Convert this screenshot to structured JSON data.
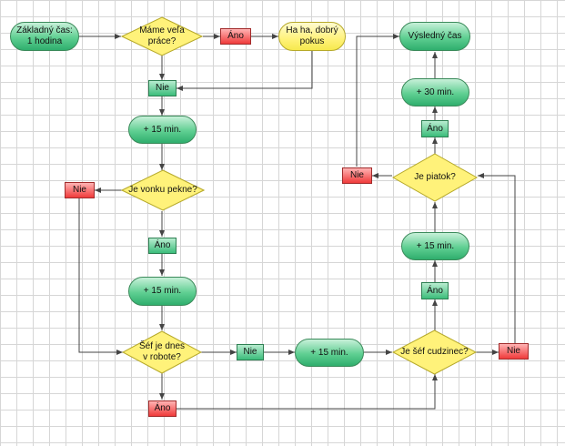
{
  "nodes": {
    "start": "Základný čas: 1 hodina",
    "q_busy": "Máme veľa práce?",
    "busy_yes": "Áno",
    "haha": "Ha ha, dobrý pokus",
    "busy_no": "Nie",
    "plus15_a": "+ 15 min.",
    "q_weather": "Je vonku pekne?",
    "weather_no": "Nie",
    "weather_yes": "Áno",
    "plus15_b": "+ 15 min.",
    "q_robot": "Šéf je dnes v robote?",
    "robot_no": "Nie",
    "robot_yes": "Áno",
    "plus15_c": "+ 15 min.",
    "q_foreign": "Je šéf cudzinec?",
    "foreign_no": "Nie",
    "foreign_yes": "Áno",
    "plus15_d": "+ 15 min.",
    "q_friday": "Je piatok?",
    "friday_no": "Nie",
    "friday_yes": "Áno",
    "plus30": "+ 30 min.",
    "result": "Výsledný čas"
  },
  "colors": {
    "terminal_green": "#5fcf92",
    "terminal_yellow": "#fff27a",
    "decision_yellow": "#fff27a",
    "yes_no_green": "#3bbd7b",
    "yes_no_red": "#f03a3a",
    "connector": "#444444",
    "grid": "#d6d6d6"
  }
}
